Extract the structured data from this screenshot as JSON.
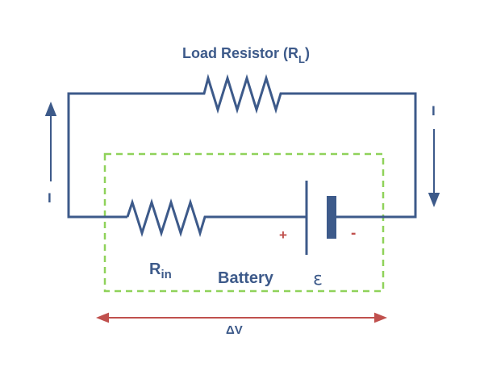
{
  "labels": {
    "load_resistor_main": "Load Resistor (R",
    "load_resistor_sub": "L",
    "load_resistor_close": ")",
    "current_left": "I",
    "current_right": "I",
    "internal_resistance_main": "R",
    "internal_resistance_sub": "in",
    "battery": "Battery",
    "emf": "ε",
    "terminal_positive": "+",
    "terminal_negative": "-",
    "potential_difference": "ΔV"
  },
  "colors": {
    "wire": "#3d5a8a",
    "battery_outline": "#8fd25a",
    "delta_v_arrow": "#c0504d",
    "terminal_marks": "#c0504d",
    "text": "#3d5a8a"
  },
  "icons": {
    "current_arrow_left": "arrow-up-icon",
    "current_arrow_right": "arrow-down-icon",
    "delta_v_arrow": "double-headed-arrow-icon"
  }
}
